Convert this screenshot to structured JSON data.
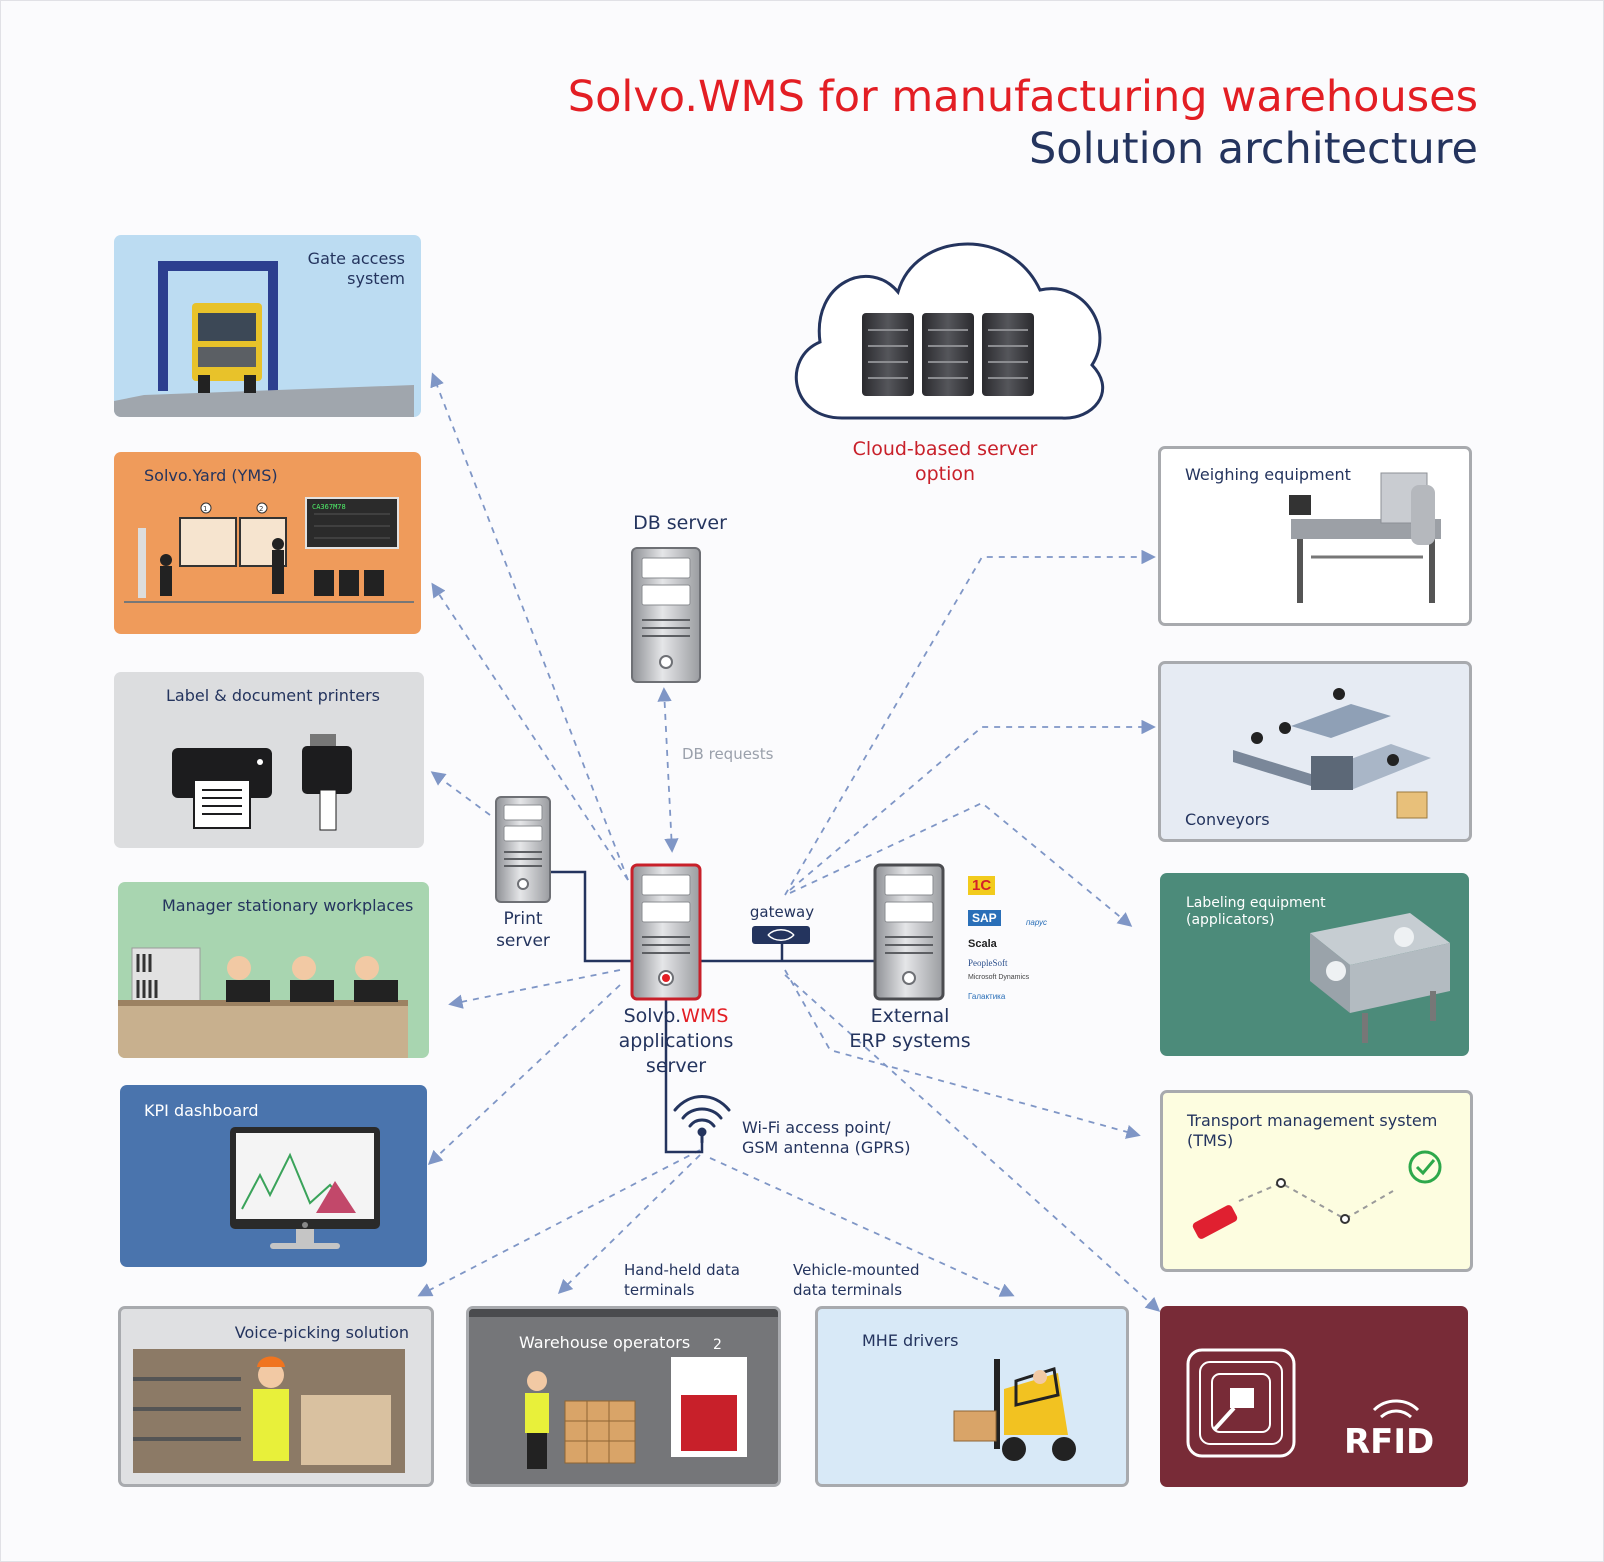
{
  "header": {
    "title": "Solvo.WMS for manufacturing warehouses",
    "subtitle": "Solution architecture"
  },
  "cloud": {
    "label": "Cloud-based server\noption"
  },
  "db_server": {
    "label": "DB server",
    "link_label": "DB requests"
  },
  "print_server": {
    "label": "Print\nserver"
  },
  "app_server": {
    "label_prefix": "Solvo.",
    "label_brand": "WMS",
    "label_rest": "applications\nserver"
  },
  "gateway": {
    "label": "gateway"
  },
  "erp": {
    "label": "External\nERP systems",
    "logos": [
      "1С",
      "SAP",
      "Scala",
      "PeopleSoft",
      "Microsoft Dynamics",
      "Галактика",
      "парус"
    ]
  },
  "wifi": {
    "label": "Wi-Fi access point/\nGSM antenna (GPRS)"
  },
  "terminal_labels": {
    "handheld": "Hand-held data\nterminals",
    "vehicle": "Vehicle-mounted\ndata terminals"
  },
  "left_cards": [
    {
      "label": "Gate access\nsystem",
      "color": "#bcdcf2"
    },
    {
      "label": "Solvo.Yard (YMS)",
      "color": "#ef9b5b"
    },
    {
      "label": "Label & document printers",
      "color": "#dcdddf"
    },
    {
      "label": "Manager stationary workplaces",
      "color": "#a8d5b0"
    },
    {
      "label": "KPI dashboard",
      "color": "#4a74ad"
    }
  ],
  "right_cards": [
    {
      "label": "Weighing equipment",
      "color": "#ffffff"
    },
    {
      "label": "Conveyors",
      "color": "#e6ebf3"
    },
    {
      "label": "Labeling equipment\n(applicators)",
      "color": "#4c8b7a"
    },
    {
      "label": "Transport management system\n(TMS)",
      "color": "#fdfde0"
    }
  ],
  "bottom_cards": [
    {
      "label": "Voice-picking solution",
      "color": "#dfe0e2"
    },
    {
      "label": "Warehouse operators",
      "badge": "2",
      "color": "#757679"
    },
    {
      "label": "MHE drivers",
      "color": "#d8e9f7"
    },
    {
      "label": "RFID",
      "color": "#782b37"
    }
  ],
  "yard_screen": {
    "plate": "CA367M78",
    "windows": [
      "1",
      "2"
    ]
  },
  "colors": {
    "title_red": "#e31e24",
    "title_navy": "#24345e",
    "link_blue": "#7f96c6",
    "line_navy": "#24345e"
  }
}
